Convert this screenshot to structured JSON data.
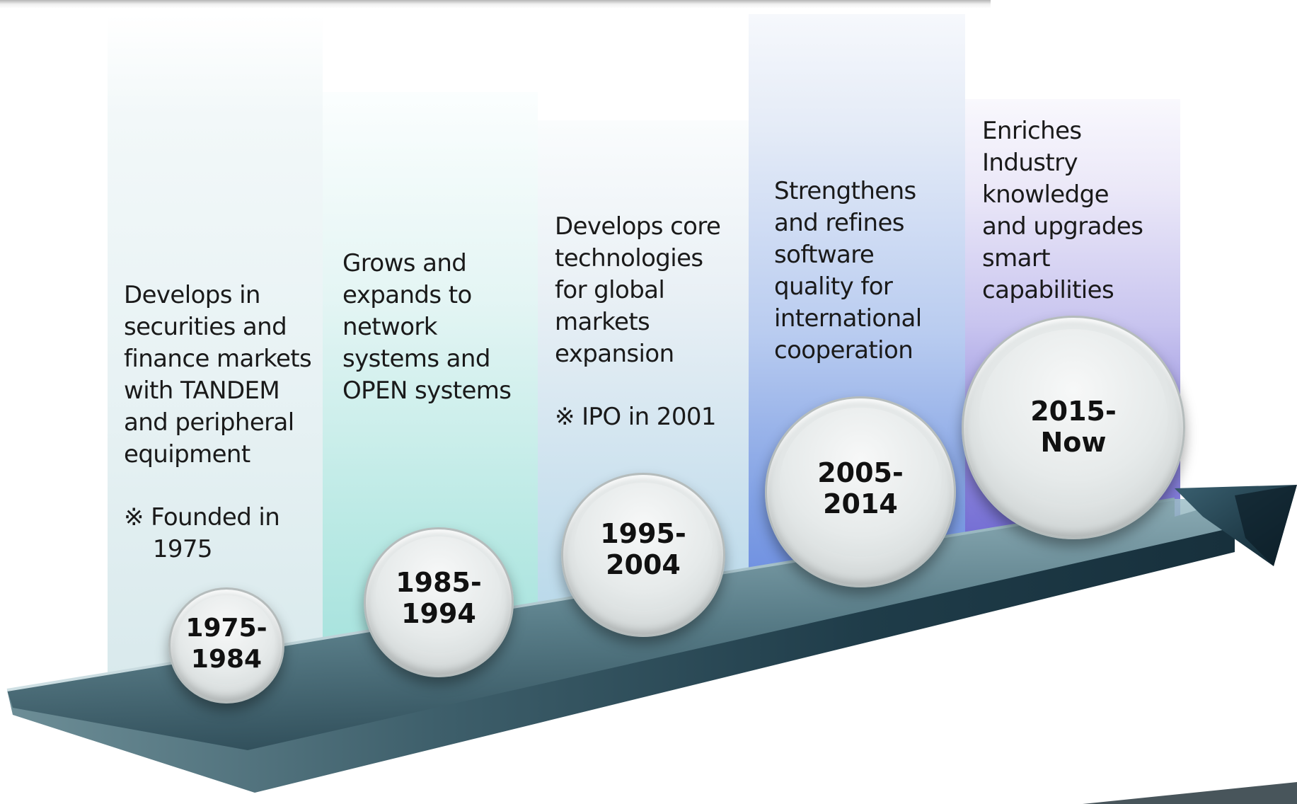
{
  "timeline": {
    "periods": [
      {
        "years": "1975-\n1984",
        "description": "Develops in\nsecurities and\nfinance markets\nwith TANDEM\nand peripheral\nequipment",
        "note": "※ Founded in\n    1975"
      },
      {
        "years": "1985-\n1994",
        "description": "Grows and\nexpands to\nnetwork\nsystems and\nOPEN systems",
        "note": ""
      },
      {
        "years": "1995-\n2004",
        "description": "Develops core\ntechnologies\nfor global\nmarkets\nexpansion",
        "note": "※ IPO in 2001"
      },
      {
        "years": "2005-\n2014",
        "description": "Strengthens\nand refines\nsoftware\nquality for\ninternational\ncooperation",
        "note": ""
      },
      {
        "years": "2015-\nNow",
        "description": "Enriches\nIndustry\nknowledge\nand upgrades\nsmart\ncapabilities",
        "note": ""
      }
    ]
  },
  "colors": {
    "arrow_dark": "#1d3a4a",
    "arrow_light": "#7fa6b2",
    "bubble_border": "#b5bcbc"
  }
}
